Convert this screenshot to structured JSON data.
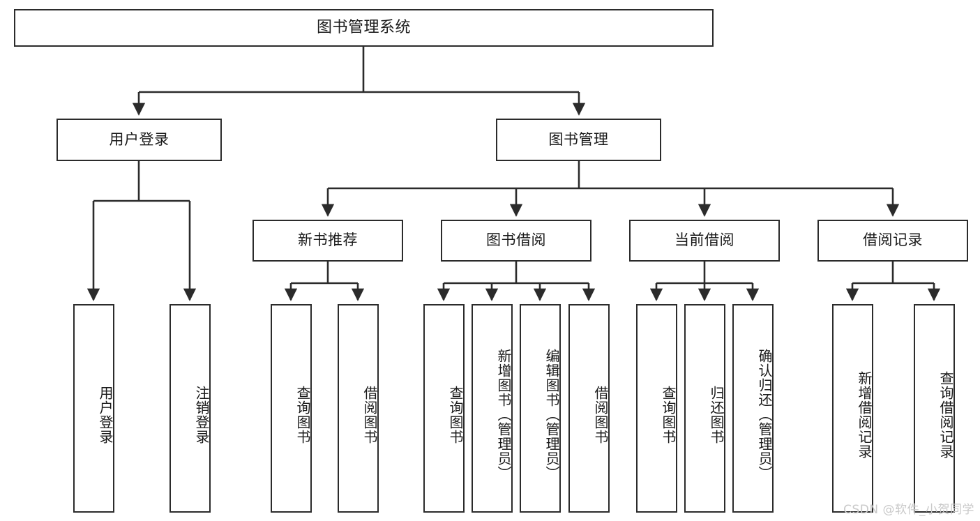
{
  "diagram": {
    "type": "tree",
    "title": "图书管理系统",
    "watermark": "CSDN @软件_小贺同学",
    "colors": {
      "stroke": "#2b2b2b",
      "fill": "#ffffff",
      "text": "#1a1a1a",
      "watermark": "#c9c9c9"
    },
    "nodes": {
      "root": {
        "label": "图书管理系统"
      },
      "level2": [
        {
          "label": "用户登录"
        },
        {
          "label": "图书管理"
        }
      ],
      "level3": [
        {
          "label": "新书推荐"
        },
        {
          "label": "图书借阅"
        },
        {
          "label": "当前借阅"
        },
        {
          "label": "借阅记录"
        }
      ],
      "leaves": {
        "user_login": [
          {
            "label": "用户登录"
          },
          {
            "label": "注销登录"
          }
        ],
        "new_book_recommend": [
          {
            "label": "查询图书"
          },
          {
            "label": "借阅图书"
          }
        ],
        "book_borrow": [
          {
            "label": "查询图书"
          },
          {
            "label": "新增图书（管理员）"
          },
          {
            "label": "编辑图书（管理员）"
          },
          {
            "label": "借阅图书"
          }
        ],
        "current_borrow": [
          {
            "label": "查询图书"
          },
          {
            "label": "归还图书"
          },
          {
            "label": "确认归还（管理员）"
          }
        ],
        "borrow_record": [
          {
            "label": "新增借阅记录"
          },
          {
            "label": "查询借阅记录"
          }
        ]
      }
    }
  }
}
